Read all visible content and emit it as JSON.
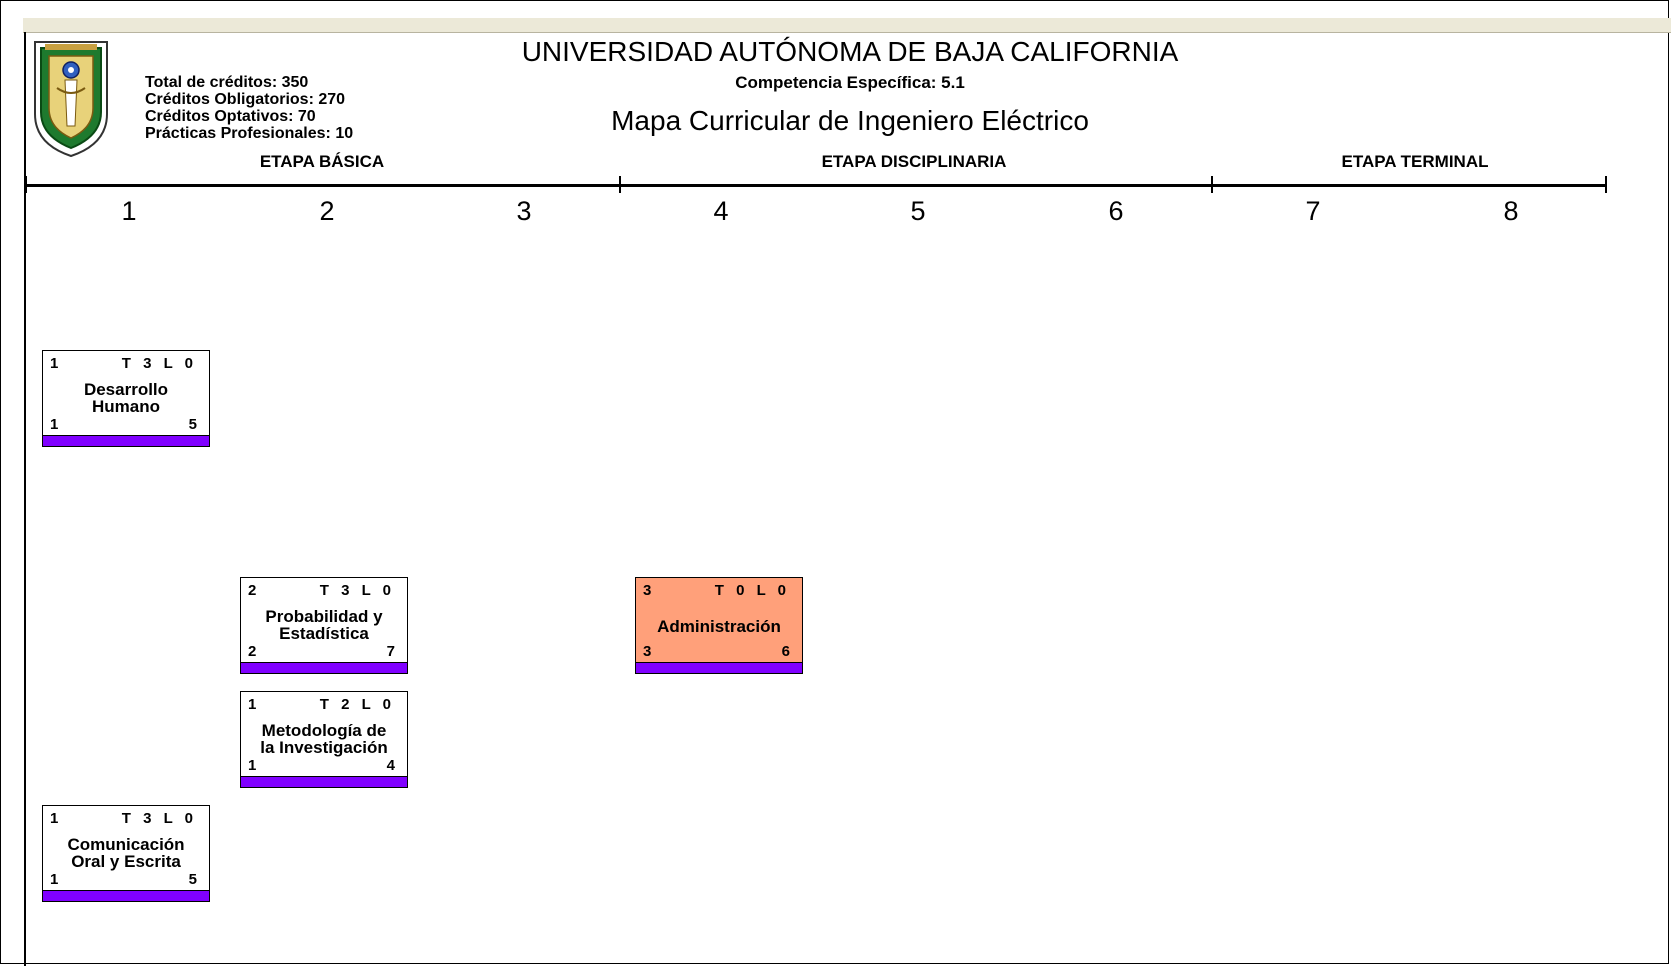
{
  "header": {
    "university": "UNIVERSIDAD AUTÓNOMA DE BAJA CALIFORNIA",
    "competency": "Competencia Específica: 5.1",
    "map_title": "Mapa Curricular de Ingeniero Eléctrico",
    "credits": [
      "Total de créditos: 350",
      "Créditos Obligatorios: 270",
      "Créditos Optativos: 70",
      "Prácticas Profesionales: 10"
    ],
    "logo": "university-seal-icon"
  },
  "stages": [
    "ETAPA BÁSICA",
    "ETAPA DISCIPLINARIA",
    "ETAPA TERMINAL"
  ],
  "semesters": [
    "1",
    "2",
    "3",
    "4",
    "5",
    "6",
    "7",
    "8"
  ],
  "colors": {
    "course_bar": "#8000ff",
    "highlight_course": "#ffa07a",
    "topbar": "#ece9d8"
  },
  "courses": [
    {
      "semester": "1",
      "name_line1": "Desarrollo",
      "name_line2": "Humano",
      "top_left": "1",
      "hours": "T 3  L 0",
      "bottom_left": "1",
      "credits": "5",
      "highlight": false
    },
    {
      "semester": "2",
      "name_line1": "Probabilidad y",
      "name_line2": "Estadística",
      "top_left": "2",
      "hours": "T 3  L 0",
      "bottom_left": "2",
      "credits": "7",
      "highlight": false
    },
    {
      "semester": "4",
      "name_line1": "Administración",
      "name_line2": "",
      "top_left": "3",
      "hours": "T 0  L 0",
      "bottom_left": "3",
      "credits": "6",
      "highlight": true
    },
    {
      "semester": "2",
      "name_line1": "Metodología de",
      "name_line2": "la Investigación",
      "top_left": "1",
      "hours": "T 2  L 0",
      "bottom_left": "1",
      "credits": "4",
      "highlight": false
    },
    {
      "semester": "1",
      "name_line1": "Comunicación",
      "name_line2": "Oral y Escrita",
      "top_left": "1",
      "hours": "T 3  L 0",
      "bottom_left": "1",
      "credits": "5",
      "highlight": false
    }
  ]
}
